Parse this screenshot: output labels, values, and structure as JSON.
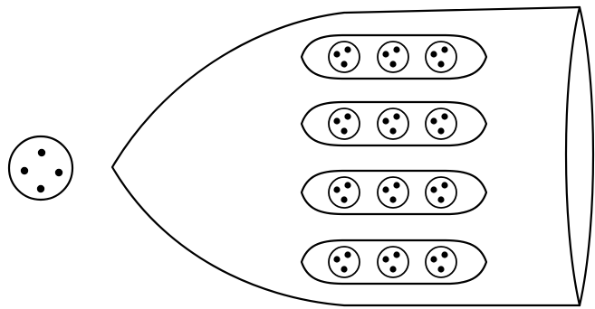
{
  "diagram": {
    "ink_color": "#000000",
    "background_color": "#ffffff",
    "lone_particle": {
      "dot_count": 4
    },
    "vessel": {
      "pods": [
        {
          "units": [
            {
              "dot_count": 3
            },
            {
              "dot_count": 3
            },
            {
              "dot_count": 3
            }
          ]
        },
        {
          "units": [
            {
              "dot_count": 3
            },
            {
              "dot_count": 3
            },
            {
              "dot_count": 3
            }
          ]
        },
        {
          "units": [
            {
              "dot_count": 3
            },
            {
              "dot_count": 3
            },
            {
              "dot_count": 3
            }
          ]
        },
        {
          "units": [
            {
              "dot_count": 3
            },
            {
              "dot_count": 3
            },
            {
              "dot_count": 3
            }
          ]
        }
      ]
    }
  }
}
